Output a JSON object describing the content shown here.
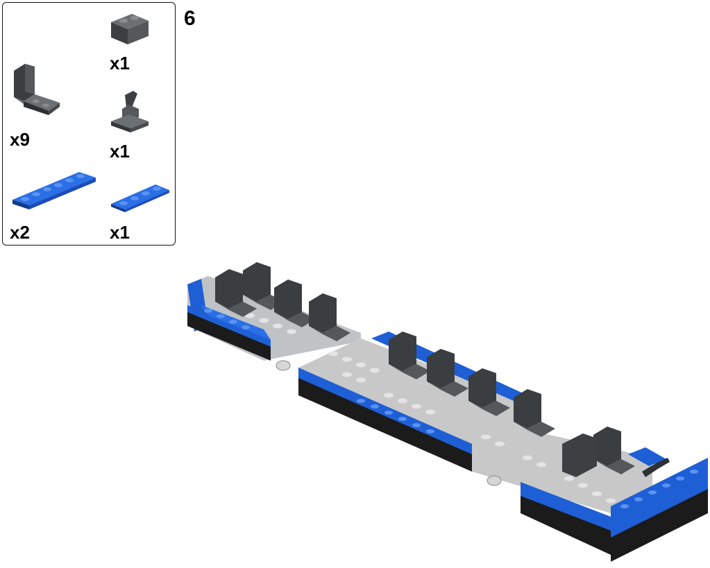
{
  "step": {
    "number": "6"
  },
  "parts_list": [
    {
      "name": "brick-1x2-dark-gray",
      "quantity": "x1",
      "color": "#4a4d50"
    },
    {
      "name": "seat-2x2-dark-gray",
      "quantity": "x9",
      "color": "#4a4d50"
    },
    {
      "name": "plate-1x2-with-handle-dark-gray",
      "quantity": "x1",
      "color": "#4a4d50"
    },
    {
      "name": "plate-1x6-blue",
      "quantity": "x2",
      "color": "#1e5fd6"
    },
    {
      "name": "plate-1x4-blue",
      "quantity": "x1",
      "color": "#1e5fd6"
    }
  ],
  "colors": {
    "blue": "#1e5fd6",
    "dark_gray": "#4a4d50",
    "light_gray": "#c8c8c8",
    "black": "#1b1b1b"
  }
}
